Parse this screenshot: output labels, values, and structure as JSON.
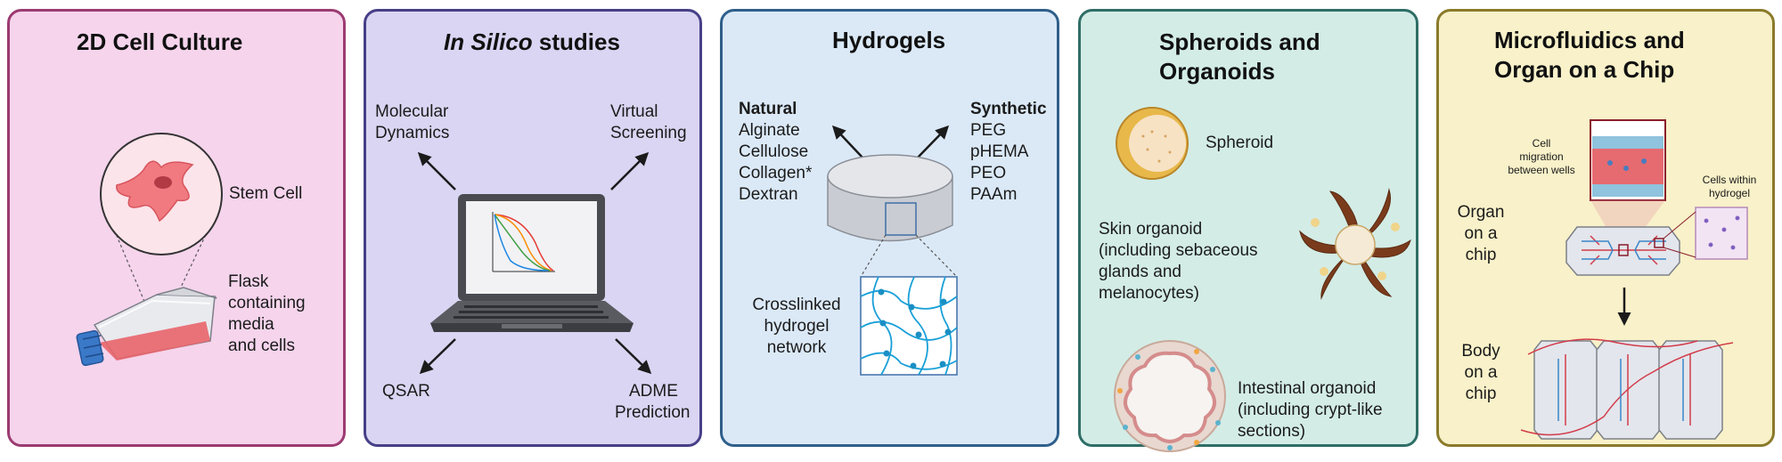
{
  "panels": [
    {
      "title": "2D Cell Culture",
      "border": "#9c3b72",
      "bg": "#f5d4ec",
      "labels": {
        "stem_cell": "Stem Cell",
        "flask": [
          "Flask",
          "containing",
          "media",
          "and cells"
        ]
      }
    },
    {
      "title_italic": "In Silico",
      "title_rest": " studies",
      "border": "#463f87",
      "bg": "#d9d5f2",
      "labels": {
        "md": [
          "Molecular",
          "Dynamics"
        ],
        "vs": [
          "Virtual",
          "Screening"
        ],
        "qsar": "QSAR",
        "adme": [
          "ADME",
          "Prediction"
        ]
      }
    },
    {
      "title": "Hydrogels",
      "border": "#2f5f8a",
      "bg": "#dbe9f7",
      "natural_heading": "Natural",
      "natural_items": [
        "Alginate",
        "Cellulose",
        "Collagen*",
        "Dextran"
      ],
      "synthetic_heading": "Synthetic",
      "synthetic_items": [
        "PEG",
        "pHEMA",
        "PEO",
        "PAAm"
      ],
      "network": [
        "Crosslinked",
        "hydrogel",
        "network"
      ]
    },
    {
      "title": [
        "Spheroids and",
        "Organoids"
      ],
      "border": "#2e6e66",
      "bg": "#d3ece6",
      "spheroid": "Spheroid",
      "skin": [
        "Skin organoid",
        "(including sebaceous",
        "glands and",
        "melanocytes)"
      ],
      "intestinal": [
        "Intestinal organoid",
        "(including crypt-like",
        "sections)"
      ]
    },
    {
      "title": [
        "Microfluidics and",
        "Organ on a Chip"
      ],
      "border": "#8a7a2a",
      "bg": "#f8f1c9",
      "cell_migration": [
        "Cell",
        "migration",
        "between wells"
      ],
      "cells_within": [
        "Cells within",
        "hydrogel"
      ],
      "organ": [
        "Organ",
        "on a",
        "chip"
      ],
      "body": [
        "Body",
        "on a",
        "chip"
      ]
    }
  ]
}
